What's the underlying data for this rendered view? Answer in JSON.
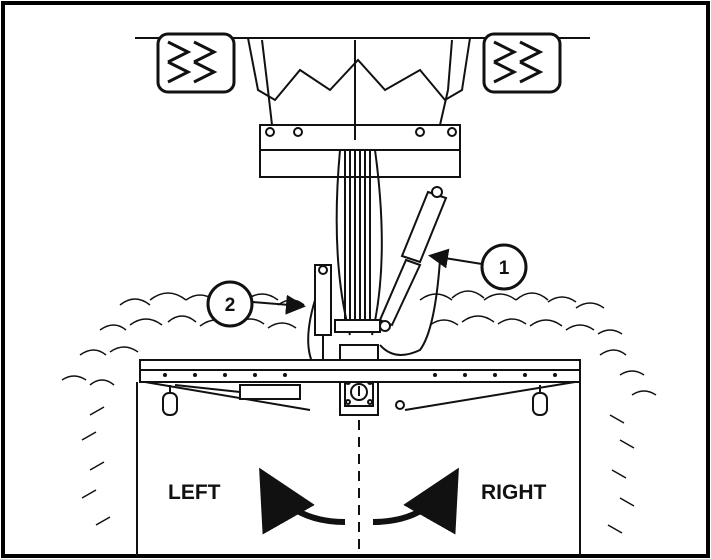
{
  "callouts": [
    {
      "number": "1",
      "label": "callout-1"
    },
    {
      "number": "2",
      "label": "callout-2"
    }
  ],
  "directions": {
    "left_label": "LEFT",
    "right_label": "RIGHT"
  },
  "colors": {
    "ink": "#111111",
    "frame": "#000000",
    "background": "#ffffff"
  }
}
